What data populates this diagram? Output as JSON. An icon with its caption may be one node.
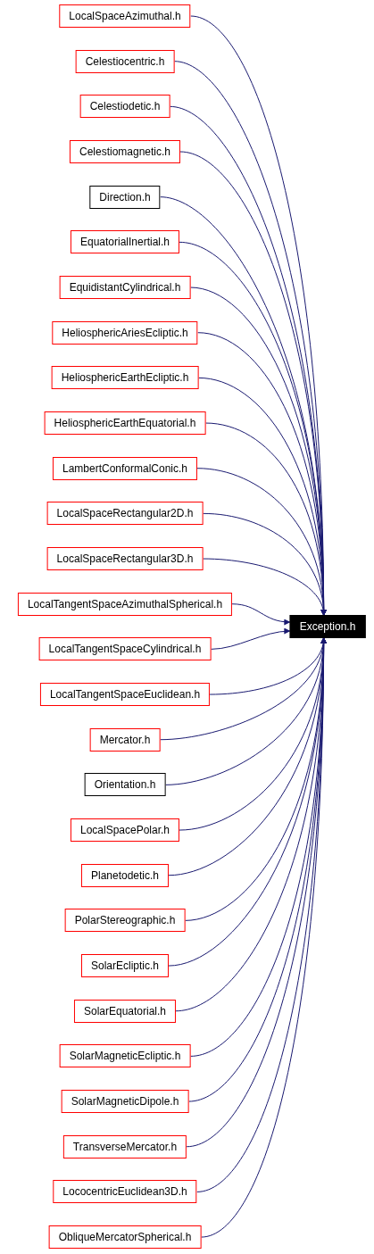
{
  "diagram": {
    "nodes": [
      {
        "text": [
          "LocalSpaceAzimuthal.h"
        ]
      },
      {
        "text": [
          "Celestiocentric.h"
        ]
      },
      {
        "text": [
          "Celestiodetic.h"
        ]
      },
      {
        "text": [
          "Celestiomagnetic.h"
        ]
      },
      {
        "text": [
          "Direction.h"
        ]
      },
      {
        "text": [
          "EquatorialInertial.h"
        ]
      },
      {
        "text": [
          "EquidistantCylindrical.h"
        ]
      },
      {
        "text": [
          "HeliosphericAriesEcliptic.h"
        ]
      },
      {
        "text": [
          "HeliosphericEarthEcliptic.h"
        ]
      },
      {
        "text": [
          "HeliosphericEarthEquatorial.h"
        ]
      },
      {
        "text": [
          "LambertConformalConic.h"
        ]
      },
      {
        "text": [
          "LocalSpaceRectangular2D.h"
        ]
      },
      {
        "text": [
          "LocalSpaceRectangular3D.h"
        ]
      },
      {
        "text": [
          "LocalTangentSpaceAzimuthalSpherical.h"
        ]
      },
      {
        "text": [
          "LocalTangentSpaceCylindrical.h"
        ]
      },
      {
        "text": [
          "LocalTangentSpaceEuclidean.h"
        ]
      },
      {
        "text": [
          "Mercator.h"
        ]
      },
      {
        "text": [
          "Orientation.h"
        ]
      },
      {
        "text": [
          "LocalSpacePolar.h"
        ]
      },
      {
        "text": [
          "Planetodetic.h"
        ]
      },
      {
        "text": [
          "PolarStereographic.h"
        ]
      },
      {
        "text": [
          "SolarEcliptic.h"
        ]
      },
      {
        "text": [
          "SolarEquatorial.h"
        ]
      },
      {
        "text": [
          "SolarMagneticEcliptic.h"
        ]
      },
      {
        "text": [
          "SolarMagneticDipole.h"
        ]
      },
      {
        "text": [
          "TransverseMercator.h"
        ]
      },
      {
        "text": [
          "LococentricEuclidean3D.h"
        ]
      },
      {
        "text": [
          "ObliqueMercatorSpherical.h"
        ]
      },
      {
        "text": [
          "Exception.h"
        ]
      }
    ],
    "edges": [
      {
        "from": 0,
        "to": 28,
        "arrow": "to"
      },
      {
        "from": 1,
        "to": 28,
        "arrow": "to"
      },
      {
        "from": 2,
        "to": 28,
        "arrow": "to"
      },
      {
        "from": 3,
        "to": 28,
        "arrow": "to"
      },
      {
        "from": 4,
        "to": 28,
        "arrow": "to"
      },
      {
        "from": 5,
        "to": 28,
        "arrow": "to"
      },
      {
        "from": 6,
        "to": 28,
        "arrow": "to"
      },
      {
        "from": 7,
        "to": 28,
        "arrow": "to"
      },
      {
        "from": 8,
        "to": 28,
        "arrow": "to"
      },
      {
        "from": 9,
        "to": 28,
        "arrow": "to"
      },
      {
        "from": 10,
        "to": 28,
        "arrow": "to"
      },
      {
        "from": 11,
        "to": 28,
        "arrow": "to"
      },
      {
        "from": 12,
        "to": 28,
        "arrow": "to"
      },
      {
        "from": 13,
        "to": 28,
        "arrow": "to"
      },
      {
        "from": 14,
        "to": 28,
        "arrow": "to"
      },
      {
        "from": 15,
        "to": 28,
        "arrow": "to"
      },
      {
        "from": 16,
        "to": 28,
        "arrow": "to"
      },
      {
        "from": 17,
        "to": 28,
        "arrow": "to"
      },
      {
        "from": 18,
        "to": 28,
        "arrow": "to"
      },
      {
        "from": 19,
        "to": 28,
        "arrow": "to"
      },
      {
        "from": 20,
        "to": 28,
        "arrow": "to"
      },
      {
        "from": 21,
        "to": 28,
        "arrow": "to"
      },
      {
        "from": 22,
        "to": 28,
        "arrow": "to"
      },
      {
        "from": 23,
        "to": 28,
        "arrow": "to"
      },
      {
        "from": 24,
        "to": 28,
        "arrow": "to"
      },
      {
        "from": 25,
        "to": 28,
        "arrow": "to"
      },
      {
        "from": 26,
        "to": 28,
        "arrow": "to"
      },
      {
        "from": 27,
        "to": 28,
        "arrow": "to"
      }
    ]
  }
}
